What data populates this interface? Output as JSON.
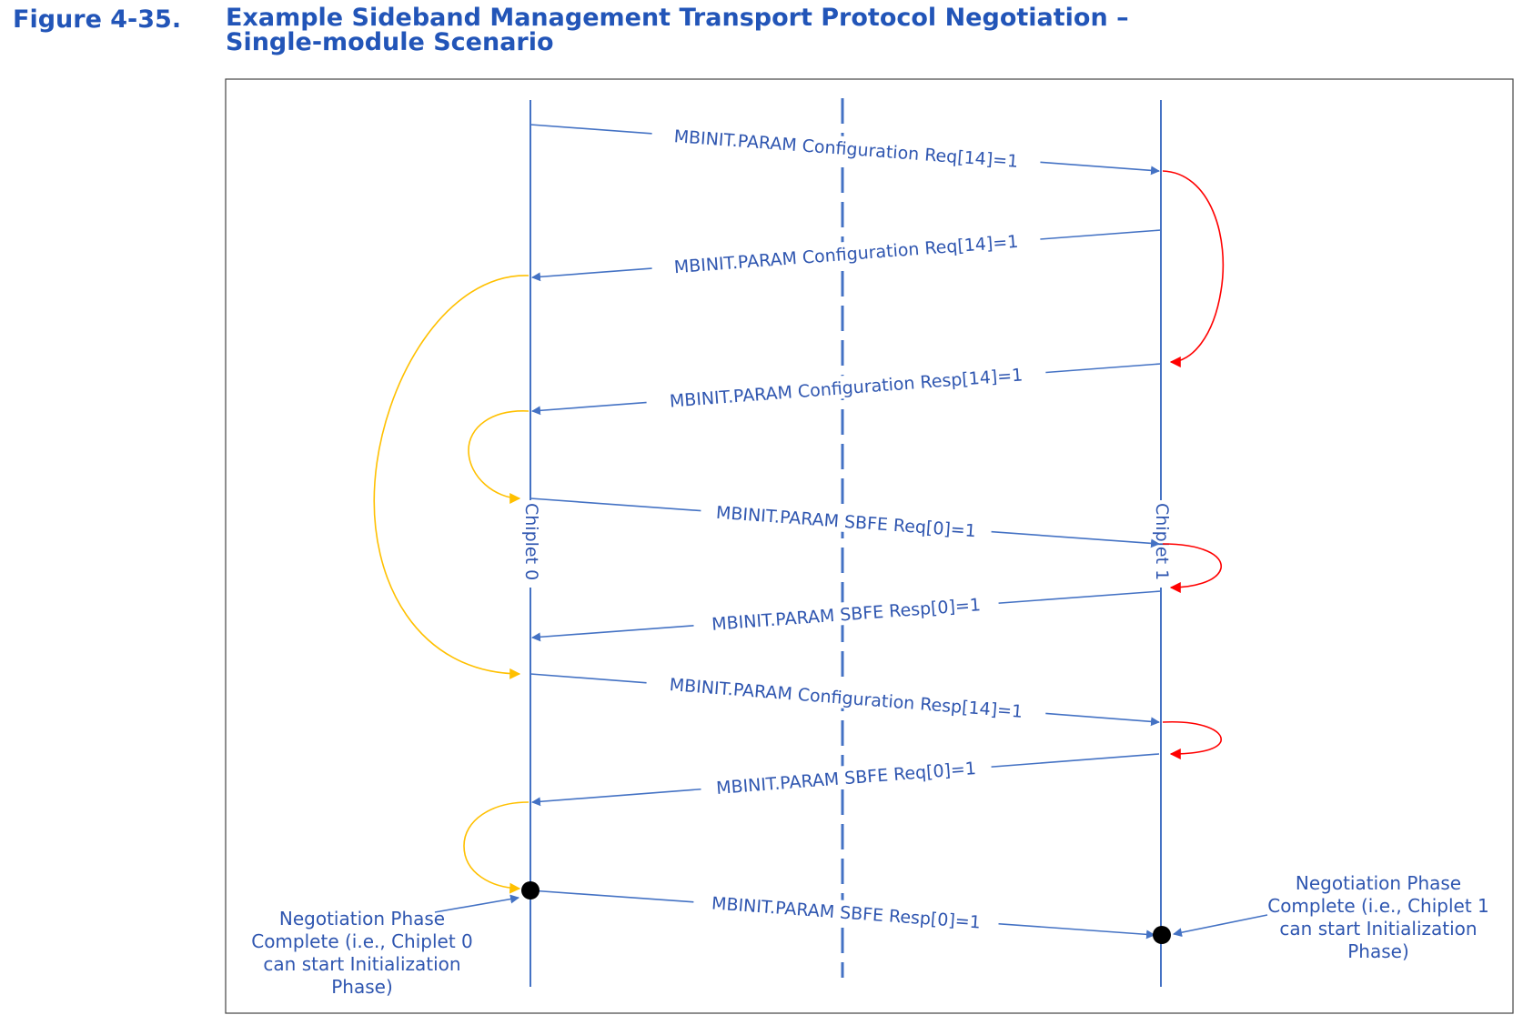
{
  "figure": {
    "number": "Figure 4-35.",
    "title_line1": "Example Sideband Management Transport Protocol Negotiation –",
    "title_line2": "Single-module Scenario"
  },
  "lifelines": {
    "left": "Chiplet 0",
    "right": "Chiplet 1"
  },
  "messages": [
    "MBINIT.PARAM Configuration Req[14]=1",
    "MBINIT.PARAM Configuration Req[14]=1",
    "MBINIT.PARAM Configuration Resp[14]=1",
    "MBINIT.PARAM SBFE Req[0]=1",
    "MBINIT.PARAM SBFE Resp[0]=1",
    "MBINIT.PARAM Configuration Resp[14]=1",
    "MBINIT.PARAM SBFE Req[0]=1",
    "MBINIT.PARAM SBFE Resp[0]=1"
  ],
  "notes": {
    "left": [
      "Negotiation Phase",
      "Complete (i.e., Chiplet 0",
      "can start Initialization",
      "Phase)"
    ],
    "right": [
      "Negotiation Phase",
      "Complete (i.e., Chiplet 1",
      "can start Initialization",
      "Phase)"
    ]
  },
  "colors": {
    "title": "#2255b8",
    "line": "#4472c4",
    "text": "#2f56b0",
    "red_loop": "#ff0000",
    "yellow_loop": "#ffc000"
  }
}
